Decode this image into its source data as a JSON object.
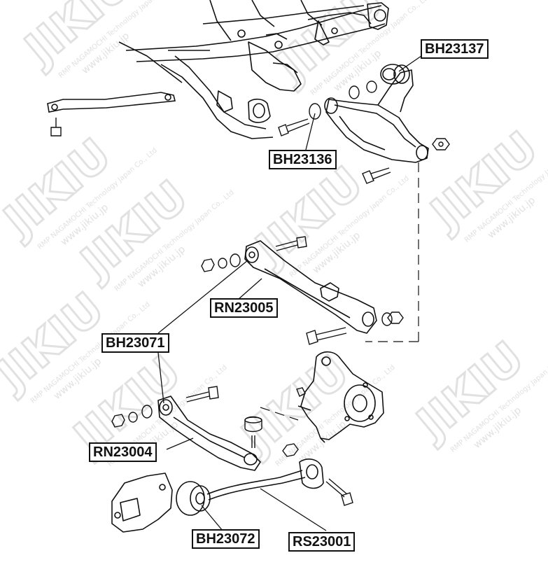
{
  "watermark": {
    "logo_text": "JIKIU",
    "company_text": "RMP NAGAMOCHI Technology Japan Co., Ltd",
    "url_text": "www.jikiu.jp",
    "color": "#d9d9d9"
  },
  "part_labels": [
    {
      "id": "BH23137",
      "text": "BH23137"
    },
    {
      "id": "BH23136",
      "text": "BH23136"
    },
    {
      "id": "RN23005",
      "text": "RN23005"
    },
    {
      "id": "BH23071",
      "text": "BH23071"
    },
    {
      "id": "RN23004",
      "text": "RN23004"
    },
    {
      "id": "BH23072",
      "text": "BH23072"
    },
    {
      "id": "RS23001",
      "text": "RS23001"
    }
  ],
  "colors": {
    "line": "#111111",
    "background": "#ffffff",
    "label_border": "#111111"
  }
}
